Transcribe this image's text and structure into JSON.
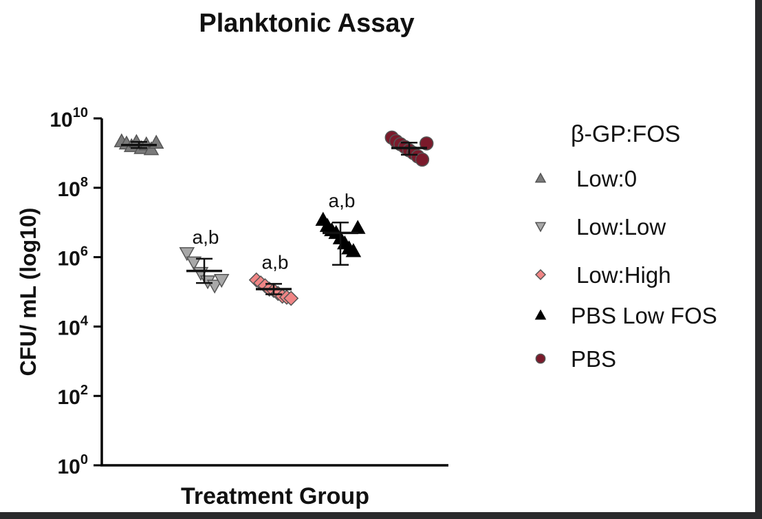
{
  "chart_data": {
    "type": "scatter",
    "title": "Planktonic Assay",
    "xlabel": "Treatment Group",
    "ylabel": "CFU/ mL (log10)",
    "yscale": "log",
    "ylim": [
      1,
      10000000000
    ],
    "y_ticks": [
      {
        "base": "10",
        "exp": "0"
      },
      {
        "base": "10",
        "exp": "2"
      },
      {
        "base": "10",
        "exp": "4"
      },
      {
        "base": "10",
        "exp": "6"
      },
      {
        "base": "10",
        "exp": "8"
      },
      {
        "base": "10",
        "exp": "10"
      }
    ],
    "legend_title": "β-GP:FOS",
    "legend_position": "right",
    "series": [
      {
        "name": "Low:0",
        "marker": "triangle-up",
        "color": "#7a7a7a",
        "values": [
          2200000000,
          1900000000,
          1600000000,
          2100000000,
          1400000000,
          1800000000,
          1300000000,
          2000000000
        ],
        "center": 1700000000,
        "error": [
          1400000000,
          2100000000
        ],
        "annotation": ""
      },
      {
        "name": "Low:Low",
        "marker": "triangle-down",
        "color": "#a8a8a8",
        "values": [
          1300000,
          700000,
          350000,
          200000,
          150000,
          220000
        ],
        "center": 400000,
        "error": [
          180000,
          900000
        ],
        "annotation": "a,b"
      },
      {
        "name": "Low:High",
        "marker": "diamond",
        "color": "#f08585",
        "values": [
          220000,
          180000,
          150000,
          120000,
          110000,
          90000,
          75000,
          70000,
          65000
        ],
        "center": 120000,
        "error": [
          85000,
          170000
        ],
        "annotation": "a,b"
      },
      {
        "name": "PBS Low FOS",
        "marker": "triangle-up",
        "color": "#000000",
        "values": [
          12000000,
          8000000,
          6000000,
          5000000,
          3500000,
          2500000,
          1800000,
          1500000,
          7000000
        ],
        "center": 5000000,
        "error": [
          600000,
          10000000
        ],
        "annotation": "a,b"
      },
      {
        "name": "PBS",
        "marker": "circle",
        "color": "#7a1a2b",
        "values": [
          2800000000,
          2200000000,
          1800000000,
          1500000000,
          1200000000,
          1000000000,
          800000000,
          650000000,
          1900000000
        ],
        "center": 1400000000,
        "error": [
          900000000,
          2000000000
        ],
        "annotation": ""
      }
    ]
  }
}
